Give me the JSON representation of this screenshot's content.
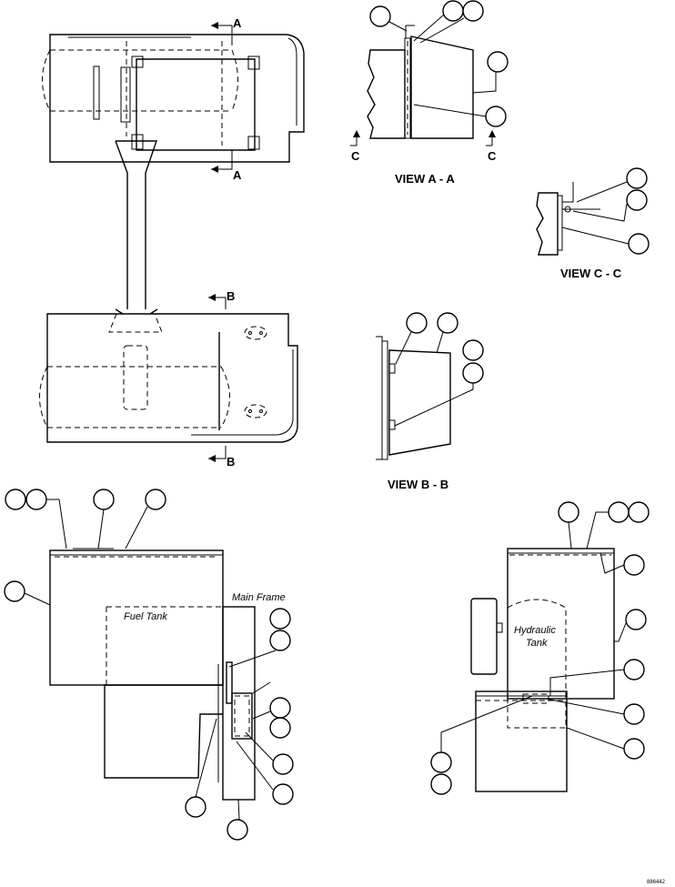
{
  "section_labels": {
    "a_top": "A",
    "a_bottom": "A",
    "b_top": "B",
    "b_bottom": "B",
    "c_left": "C",
    "c_right": "C"
  },
  "view_titles": {
    "view_aa": "VIEW A - A",
    "view_bb": "VIEW B - B",
    "view_cc": "VIEW C - C"
  },
  "component_labels": {
    "main_frame": "Main Frame",
    "fuel_tank": "Fuel Tank",
    "hydraulic_tank_line1": "Hydraulic",
    "hydraulic_tank_line2": "Tank"
  },
  "figure_number": "886442"
}
